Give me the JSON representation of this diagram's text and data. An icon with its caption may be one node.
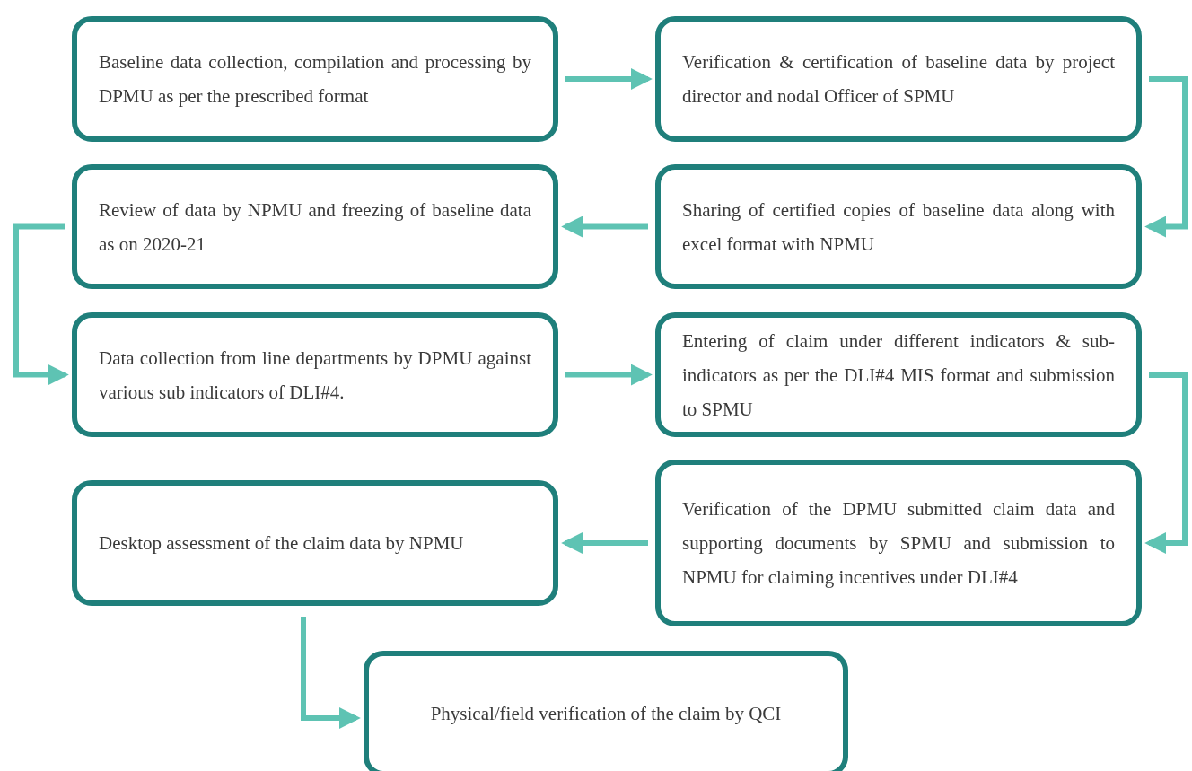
{
  "diagram": {
    "nodes": [
      {
        "text": [
          "Baseline data collection, compilation and processing by DPMU as per the prescribed format"
        ]
      },
      {
        "text": [
          "Verification & certification of baseline data by project director and nodal Officer of SPMU"
        ]
      },
      {
        "text": [
          "Review of data by NPMU and freezing of baseline data as on 2020-21"
        ]
      },
      {
        "text": [
          "Sharing of certified copies of baseline data along with excel format with NPMU"
        ]
      },
      {
        "text": [
          "Data collection from line departments by DPMU against various sub indicators of DLI#4."
        ]
      },
      {
        "text": [
          "Entering of claim under different indicators & sub-indicators as per the DLI#4 MIS format and submission to SPMU"
        ]
      },
      {
        "text": [
          "Desktop assessment of the claim data by NPMU"
        ]
      },
      {
        "text": [
          "Verification of the DPMU submitted claim data and supporting documents by SPMU and submission to NPMU for claiming incentives under DLI#4"
        ]
      },
      {
        "text": [
          "Physical/field verification of the claim by QCI"
        ]
      }
    ],
    "edges": [
      {
        "from": 0,
        "to": 1,
        "arrow": "to"
      },
      {
        "from": 1,
        "to": 3,
        "arrow": "to"
      },
      {
        "from": 3,
        "to": 2,
        "arrow": "to"
      },
      {
        "from": 2,
        "to": 4,
        "arrow": "to"
      },
      {
        "from": 4,
        "to": 5,
        "arrow": "to"
      },
      {
        "from": 5,
        "to": 7,
        "arrow": "to"
      },
      {
        "from": 7,
        "to": 6,
        "arrow": "to"
      },
      {
        "from": 6,
        "to": 8,
        "arrow": "to"
      }
    ]
  }
}
